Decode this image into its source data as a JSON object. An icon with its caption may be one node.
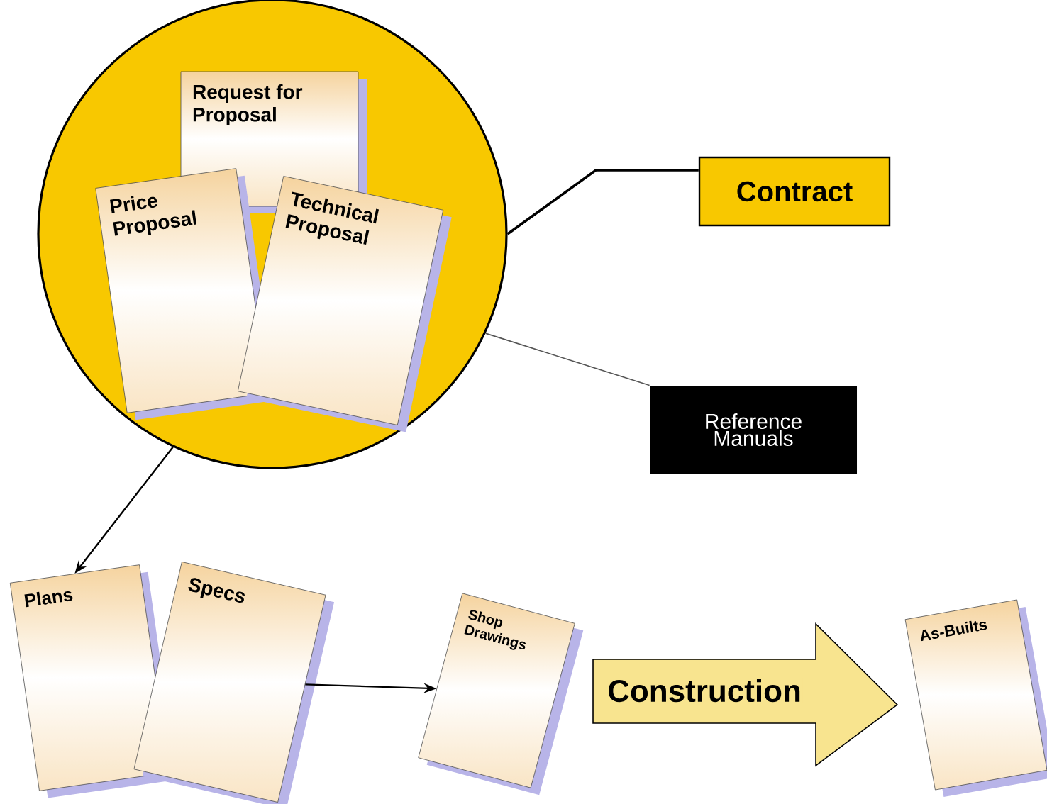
{
  "diagram": {
    "nodes": [
      {
        "text": [],
        "shape": "circle"
      },
      {
        "text": [
          "Request for Proposal"
        ],
        "in": 0
      },
      {
        "text": [
          "Price Proposal"
        ],
        "in": 0
      },
      {
        "text": [
          "Technical Proposal"
        ],
        "in": 0
      },
      {
        "text": [
          "Contract"
        ]
      },
      {
        "text": [
          "Reference Manuals"
        ]
      },
      {
        "text": [
          "Plans"
        ]
      },
      {
        "text": [
          "Specs"
        ]
      },
      {
        "text": [
          "Shop Drawings"
        ]
      },
      {
        "text": [
          "As-Builts"
        ]
      }
    ],
    "edges": [
      {
        "from": 0,
        "to": 4,
        "arrow": "none"
      },
      {
        "from": 0,
        "to": 5,
        "arrow": "none",
        "color": "#555555"
      },
      {
        "from": 0,
        "to": 6,
        "arrow": "to"
      },
      {
        "from": 7,
        "to": 8,
        "arrow": "to"
      },
      {
        "from": 8,
        "to": 9,
        "arrow": "to",
        "label": "Construction",
        "style": "thick",
        "color": "#f8e48f"
      }
    ]
  }
}
